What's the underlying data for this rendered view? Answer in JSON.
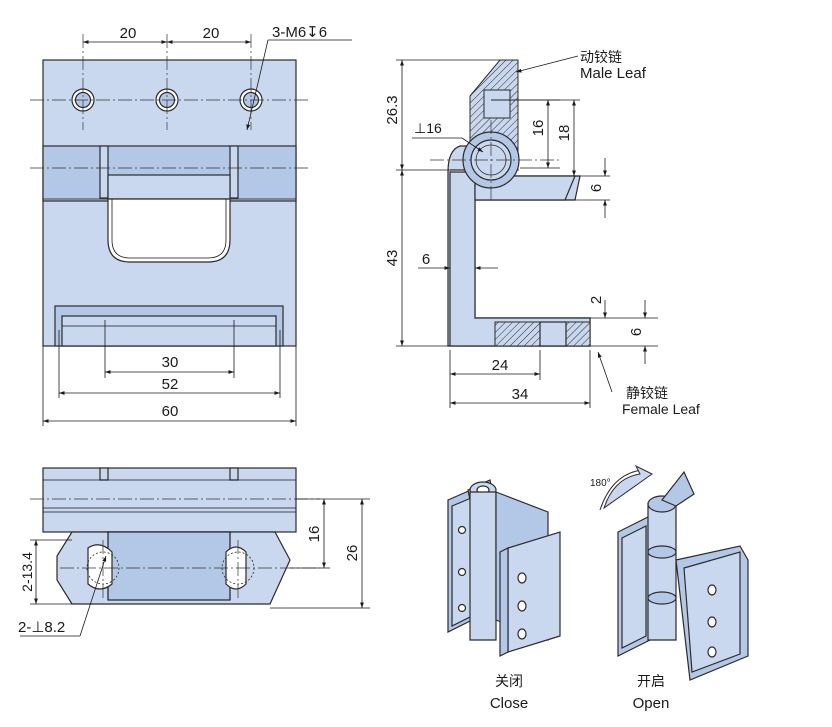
{
  "front_view": {
    "dim_top_left": "20",
    "dim_top_right": "20",
    "thread_callout": "3-M6↧6",
    "dim_30": "30",
    "dim_52": "52",
    "dim_60": "60"
  },
  "side_view": {
    "dim_26_3": "26.3",
    "dim_43": "43",
    "dim_dia16": "⊥16",
    "dim_16": "16",
    "dim_18": "18",
    "dim_6_top": "6",
    "dim_6_wall": "6",
    "dim_2": "2",
    "dim_6_bottom": "6",
    "dim_24": "24",
    "dim_34": "34",
    "male_leaf_cn": "动铰链",
    "male_leaf_en": "Male Leaf",
    "female_leaf_cn": "静铰链",
    "female_leaf_en": "Female Leaf"
  },
  "bottom_view": {
    "dim_2_13_4": "2-13.4",
    "dim_16": "16",
    "dim_26": "26",
    "hole_callout": "2-⊥8.2"
  },
  "iso_views": {
    "close_cn": "关闭",
    "close_en": "Close",
    "open_cn": "开启",
    "open_en": "Open",
    "rotation": "180°"
  },
  "colors": {
    "part_fill": "#c9d8ef",
    "part_shade": "#b3c8e6",
    "outline": "#2b2b2b"
  }
}
